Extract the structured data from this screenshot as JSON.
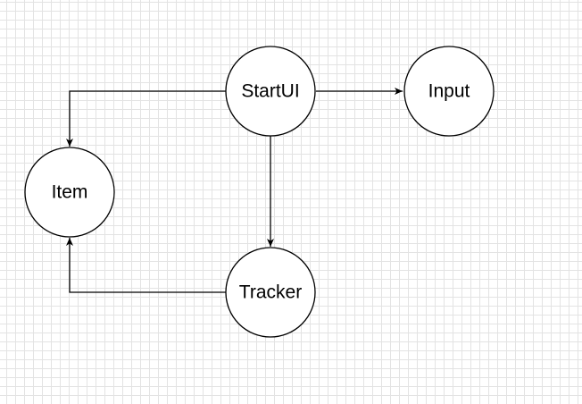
{
  "diagram": {
    "nodes": {
      "startui": "StartUI",
      "input": "Input",
      "item": "Item",
      "tracker": "Tracker"
    },
    "edges": [
      {
        "from": "StartUI",
        "to": "Input"
      },
      {
        "from": "StartUI",
        "to": "Item"
      },
      {
        "from": "StartUI",
        "to": "Tracker"
      },
      {
        "from": "Tracker",
        "to": "Item"
      }
    ]
  }
}
